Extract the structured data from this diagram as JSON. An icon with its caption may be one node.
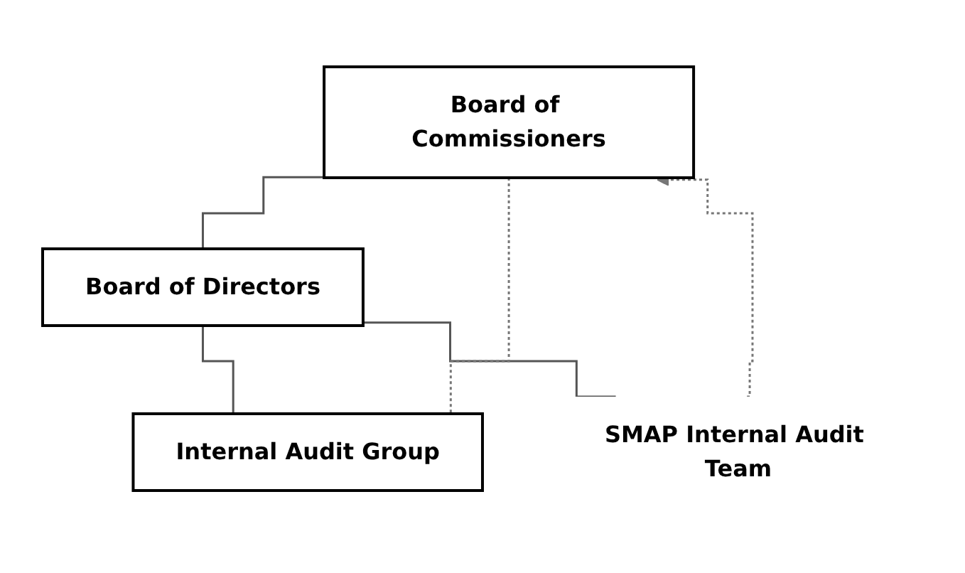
{
  "diagram": {
    "nodes": [
      {
        "text": [
          "Board of Commissioners"
        ]
      },
      {
        "text": [
          "Board of Directors"
        ]
      },
      {
        "text": [
          "SMAP Internal Audit Team"
        ]
      },
      {
        "text": [
          "Internal Audit Group"
        ]
      }
    ],
    "edges": [
      {
        "from": 0,
        "to": 1,
        "arrow": "none"
      },
      {
        "from": 1,
        "to": 3,
        "arrow": "none"
      },
      {
        "from": 1,
        "to": 2,
        "arrow": "none"
      },
      {
        "from": 2,
        "to": 0,
        "arrow": "to",
        "style": "dashed",
        "color": "#777777"
      },
      {
        "from": 0,
        "to": 3,
        "arrow": "none",
        "style": "dashed",
        "color": "#777777"
      }
    ]
  }
}
